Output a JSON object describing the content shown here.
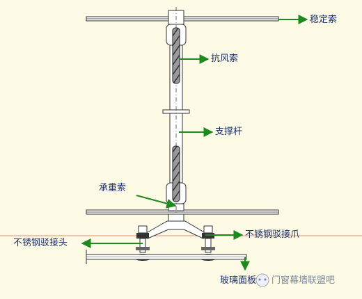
{
  "labels": {
    "stabilizing_cable": "稳定索",
    "wind_cable": "抗风索",
    "strut": "支撑杆",
    "load_cable": "承重索",
    "ss_joint": "不锈钢驳接头",
    "ss_claw": "不锈钢驳接爪",
    "glass_panel": "玻璃面板"
  },
  "watermark": {
    "text": "门窗幕墙联盟吧"
  },
  "colors": {
    "background": "#fdfae6",
    "arrow": "#1d8a1d",
    "label_text": "#1a2f6a",
    "steel": "#555555",
    "reference_line": "#e06a4a"
  }
}
